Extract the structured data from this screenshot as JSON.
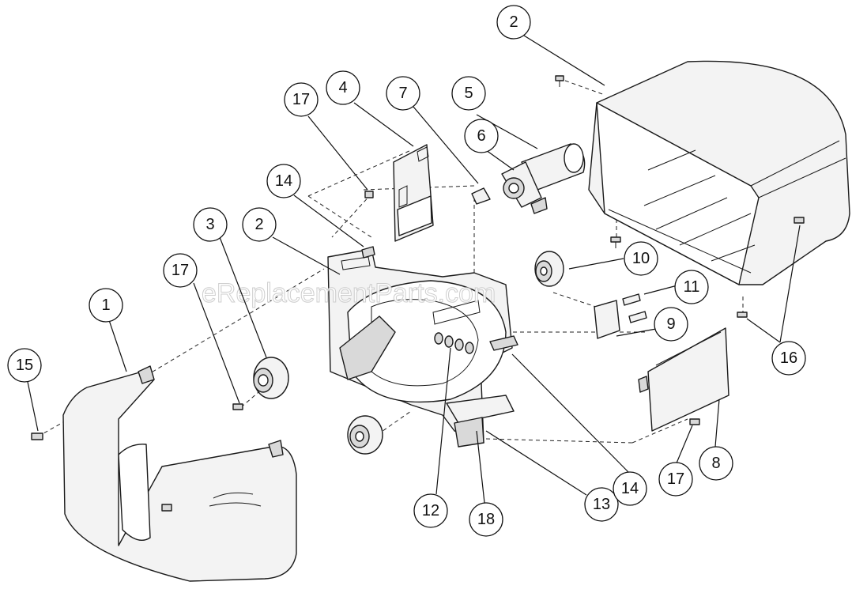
{
  "watermark": "eReplacementParts.com",
  "callouts": [
    {
      "id": "c2-top",
      "label": "2"
    },
    {
      "id": "c17-a",
      "label": "17"
    },
    {
      "id": "c4",
      "label": "4"
    },
    {
      "id": "c7",
      "label": "7"
    },
    {
      "id": "c5",
      "label": "5"
    },
    {
      "id": "c6",
      "label": "6"
    },
    {
      "id": "c14-a",
      "label": "14"
    },
    {
      "id": "c3",
      "label": "3"
    },
    {
      "id": "c2-b",
      "label": "2"
    },
    {
      "id": "c17-b",
      "label": "17"
    },
    {
      "id": "c10",
      "label": "10"
    },
    {
      "id": "c11",
      "label": "11"
    },
    {
      "id": "c1",
      "label": "1"
    },
    {
      "id": "c9",
      "label": "9"
    },
    {
      "id": "c15",
      "label": "15"
    },
    {
      "id": "c16",
      "label": "16"
    },
    {
      "id": "c12",
      "label": "12"
    },
    {
      "id": "c18",
      "label": "18"
    },
    {
      "id": "c13",
      "label": "13"
    },
    {
      "id": "c14-b",
      "label": "14"
    },
    {
      "id": "c17-c",
      "label": "17"
    },
    {
      "id": "c8",
      "label": "8"
    }
  ]
}
